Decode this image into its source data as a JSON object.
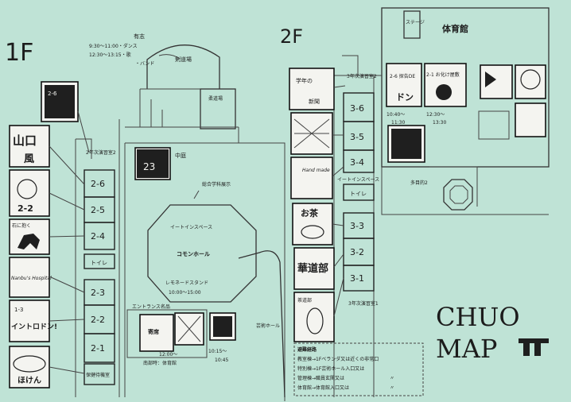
{
  "floors": {
    "first": "1F",
    "second": "2F"
  },
  "f1": {
    "kendojo": "剣道場",
    "judojo": "柔道場",
    "kendo_note": "有志",
    "kendo_times": [
      "9:30〜11:00・ダンス",
      "12:30〜13:15・歌",
      "・バンド"
    ],
    "nakaniwa": "中庭",
    "sogo": "総合学科展示",
    "event_space": "イートインスペース",
    "common_hall": "コモンホール",
    "lemonade": "レモネードスタンド",
    "lemonade_time": "10:00〜15:00",
    "entrance_area": "エントランス名品",
    "nanbusho": "南部時：体育館",
    "entrance_time1": "12:00〜",
    "entrance_time2": "10:15〜",
    "entrance_time3": "10:45",
    "geijutsu_hall": "芸術ホール",
    "study_room2": "2年次演習室2",
    "rooms": [
      "2-6",
      "2-5",
      "2-4",
      "トイレ",
      "2-3",
      "2-2",
      "2-1"
    ],
    "hoken": "保健待機室",
    "posters": [
      {
        "text": "2-6",
        "sub": ""
      },
      {
        "text": "山口",
        "sub": "風"
      },
      {
        "text": "2-2",
        "sub": ""
      },
      {
        "text": "石に抱く",
        "sub": ""
      },
      {
        "text": "Nanbu's Hospital",
        "sub": ""
      },
      {
        "text": "1-3",
        "sub": "イントロドン!"
      },
      {
        "text": "ほけん",
        "sub": ""
      }
    ]
  },
  "f2": {
    "stage": "ステージ",
    "gym": "体育館",
    "gym_poster1": "2-6 探告DEドン!",
    "gym_poster2": "2-1 お化け屋敷",
    "time1": "10:40〜",
    "time2": "11:30",
    "time3": "12:30〜",
    "time4": "13:30",
    "study_room2": "3年次演習室2",
    "rooms": [
      "3-6",
      "3-5",
      "3-4",
      "トイレ",
      "3-3",
      "3-2",
      "3-1"
    ],
    "event_space": "イートインスペース",
    "study_room1": "3年次演習室1",
    "jishu": "多目的2",
    "posters": [
      {
        "text": "学年の",
        "sub": "新聞"
      },
      {
        "text": "Hand made",
        "sub": ""
      },
      {
        "text": "お茶",
        "sub": ""
      },
      {
        "text": "華道部",
        "sub": ""
      },
      {
        "text": "茶道部",
        "sub": ""
      }
    ]
  },
  "title": {
    "line1": "CHUO",
    "line2": "MAP"
  },
  "legend": {
    "heading": "避難経路",
    "rows": [
      "教室棟→1Fベランダ又は近くの非常口",
      "特別棟→1F芸術ホール入口又は",
      "管理棟→職員玄関又は",
      "体育館→体育館入口又は"
    ],
    "ditto": "〃"
  },
  "colors": {
    "background": "#bfe3d6",
    "ink": "#1c1c1c"
  }
}
